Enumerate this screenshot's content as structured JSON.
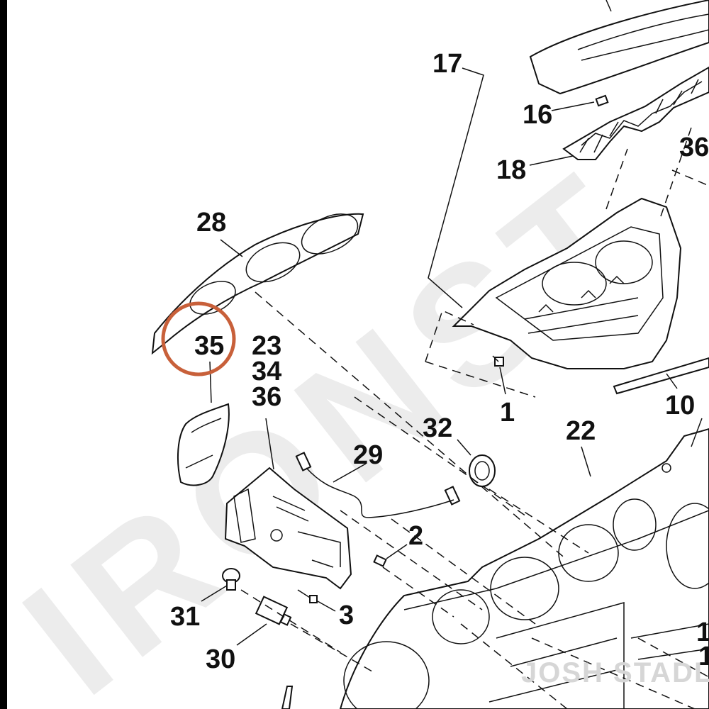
{
  "watermark": {
    "text": "IRONST"
  },
  "brand": {
    "text": "JOSH STADLE"
  },
  "colors": {
    "highlight": "#c8603a",
    "ink": "#111111",
    "watermark": "#ececec"
  },
  "callouts": {
    "c17": "17",
    "c16": "16",
    "c18": "18",
    "c36_top": "36",
    "c28": "28",
    "c35": "35",
    "c23": "23",
    "c34": "34",
    "c36": "36",
    "c1": "1",
    "c10": "10",
    "c32": "32",
    "c22": "22",
    "c29": "29",
    "c2": "2",
    "c31": "31",
    "c3": "3",
    "c30": "30",
    "c11_cut": "1",
    "c12_cut": "1"
  }
}
